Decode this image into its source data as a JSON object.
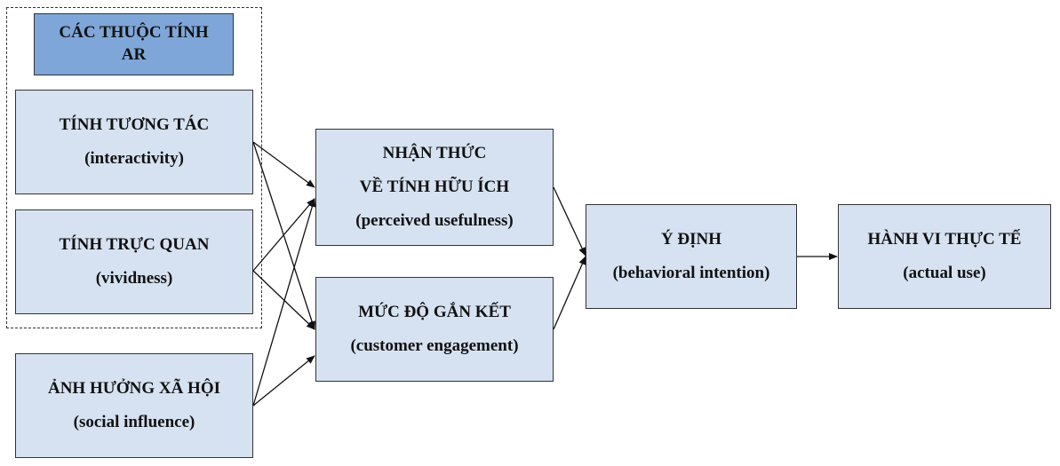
{
  "group": {
    "title_line1": "CÁC THUỘC TÍNH",
    "title_line2": "AR"
  },
  "nodes": {
    "interactivity": {
      "vi": "TÍNH TƯƠNG TÁC",
      "en": "(interactivity)"
    },
    "vividness": {
      "vi": "TÍNH TRỰC QUAN",
      "en": "(vividness)"
    },
    "social_influence": {
      "vi": "ẢNH HƯỞNG XÃ HỘI",
      "en": "(social influence)"
    },
    "usefulness": {
      "vi_line1": "NHẬN THỨC",
      "vi_line2": "VỀ TÍNH HỮU ÍCH",
      "en": "(perceived usefulness)"
    },
    "engagement": {
      "vi": "MỨC ĐỘ GẮN KẾT",
      "en": "(customer engagement)"
    },
    "intention": {
      "vi": "Ý ĐỊNH",
      "en": "(behavioral intention)"
    },
    "actual_use": {
      "vi": "HÀNH VI THỰC TẾ",
      "en": "(actual use)"
    }
  },
  "colors": {
    "box_fill": "#d6e2f1",
    "title_fill": "#7ea6d8",
    "stroke": "#333333"
  }
}
